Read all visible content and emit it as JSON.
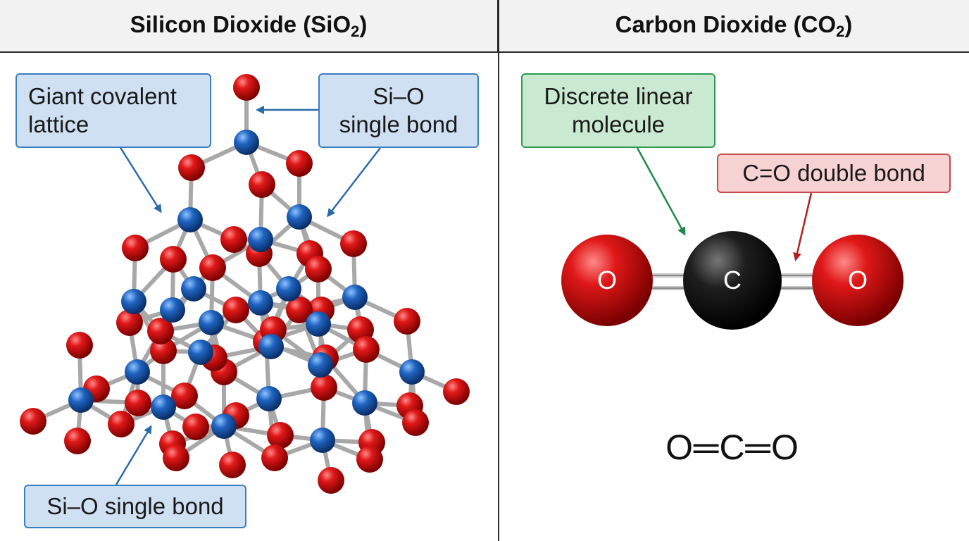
{
  "left_panel": {
    "title_main": "Silicon Dioxide (SiO",
    "title_sub": "2",
    "title_end": ")",
    "labels": {
      "giant_lattice_line1": "Giant covalent",
      "giant_lattice_line2": "lattice",
      "sio_bond_top_line1": "Si–O",
      "sio_bond_top_line2": "single bond",
      "sio_bond_bottom": "Si–O single bond"
    }
  },
  "right_panel": {
    "title_main": "Carbon Dioxide (CO",
    "title_sub": "2",
    "title_end": ")",
    "labels": {
      "discrete_line1": "Discrete linear",
      "discrete_line2": "molecule",
      "double_bond": "C=O double bond"
    },
    "atoms": {
      "left_o": "O",
      "center_c": "C",
      "right_o": "O"
    },
    "structural_formula": "O═C═O"
  },
  "colors": {
    "oxygen": "#d11a1a",
    "silicon": "#1f5fb0",
    "carbon": "#1c1c1c",
    "bond": "#9a9a9a",
    "arrow_blue": "#2b6ca8",
    "arrow_green": "#1f8a45",
    "arrow_red": "#b01e1e"
  }
}
